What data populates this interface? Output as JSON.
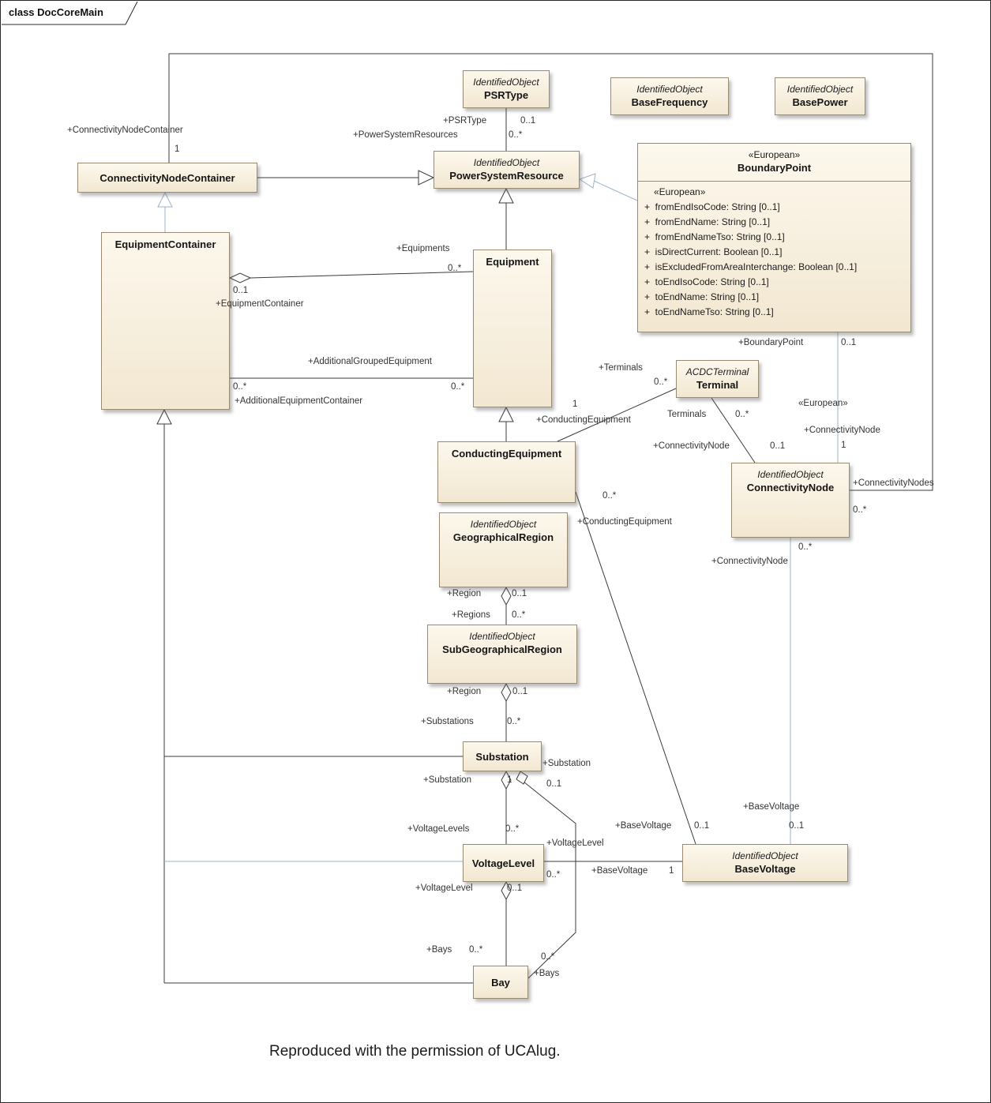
{
  "frame": {
    "title": "class DocCoreMain"
  },
  "caption": "Reproduced with the permission of UCAlug.",
  "classes": {
    "psrtype": {
      "stereotype": "IdentifiedObject",
      "name": "PSRType"
    },
    "basefrequency": {
      "stereotype": "IdentifiedObject",
      "name": "BaseFrequency"
    },
    "basepower": {
      "stereotype": "IdentifiedObject",
      "name": "BasePower"
    },
    "connectivitynodecontainer": {
      "name": "ConnectivityNodeContainer"
    },
    "powersystemresource": {
      "stereotype": "IdentifiedObject",
      "name": "PowerSystemResource"
    },
    "boundarypoint": {
      "stereotype": "«European»",
      "name": "BoundaryPoint",
      "section_heading": "«European»",
      "attributes": [
        "+  fromEndIsoCode: String [0..1]",
        "+  fromEndName: String [0..1]",
        "+  fromEndNameTso: String [0..1]",
        "+  isDirectCurrent: Boolean [0..1]",
        "+  isExcludedFromAreaInterchange: Boolean [0..1]",
        "+  toEndIsoCode: String [0..1]",
        "+  toEndName: String [0..1]",
        "+  toEndNameTso: String [0..1]"
      ]
    },
    "equipmentcontainer": {
      "name": "EquipmentContainer"
    },
    "equipment": {
      "name": "Equipment"
    },
    "terminal": {
      "stereotype": "ACDCTerminal",
      "name": "Terminal"
    },
    "conductingequipment": {
      "name": "ConductingEquipment"
    },
    "connectivitynode": {
      "stereotype": "IdentifiedObject",
      "name": "ConnectivityNode"
    },
    "geographicalregion": {
      "stereotype": "IdentifiedObject",
      "name": "GeographicalRegion"
    },
    "subgeographicalregion": {
      "stereotype": "IdentifiedObject",
      "name": "SubGeographicalRegion"
    },
    "substation": {
      "name": "Substation"
    },
    "voltagelevel": {
      "name": "VoltageLevel"
    },
    "basevoltage": {
      "stereotype": "IdentifiedObject",
      "name": "BaseVoltage"
    },
    "bay": {
      "name": "Bay"
    }
  },
  "edge_labels": {
    "cnc_role_top": "+ConnectivityNodeContainer",
    "cnc_mult_top": "1",
    "psrtype_role": "+PSRType",
    "psrtype_mult": "0..1",
    "psr_role": "+PowerSystemResources",
    "psr_mult": "0..*",
    "equipments_role": "+Equipments",
    "equipments_mult": "0..*",
    "eqcontainer_mult": "0..1",
    "eqcontainer_role": "+EquipmentContainer",
    "addgrouped_role": "+AdditionalGroupedEquipment",
    "addgrouped_mult": "0..*",
    "addcontainer_mult": "0..*",
    "addcontainer_role": "+AdditionalEquipmentContainer",
    "terminals_role": "+Terminals",
    "terminals_mult": "0..*",
    "condeq_mult": "1",
    "condeq_role": "+ConductingEquipment",
    "terminals2_role": "Terminals",
    "terminals2_mult": "0..*",
    "cnode_t_role": "+ConnectivityNode",
    "cnode_t_mult": "0..1",
    "boundarypoint_role": "+BoundaryPoint",
    "boundarypoint_mult": "0..1",
    "european_tag": "«European»",
    "cnode_bp_role": "+ConnectivityNode",
    "cnode_bp_mult": "1",
    "cnodes_role": "+ConnectivityNodes",
    "cnodes_mult": "0..*",
    "condeq2_mult": "0..*",
    "condeq2_role": "+ConductingEquipment",
    "cnode_bv_role": "+ConnectivityNode",
    "cnode_bv_mult": "0..*",
    "region1_role": "+Region",
    "region1_mult": "0..1",
    "regions_role": "+Regions",
    "regions_mult": "0..*",
    "region2_role": "+Region",
    "region2_mult": "0..1",
    "substations_role": "+Substations",
    "substations_mult": "0..*",
    "substation_bay_role": "+Substation",
    "substation_bay_mult": "0..1",
    "substation_vl_role": "+Substation",
    "substation_vl_mult": "1",
    "voltagelevels_role": "+VoltageLevels",
    "voltagelevels_mult": "0..*",
    "vl_bv_role": "+VoltageLevel",
    "vl_bv_mult": "0..*",
    "bv_ce_role": "+BaseVoltage",
    "bv_ce_mult": "0..1",
    "bv_cn_role": "+BaseVoltage",
    "bv_cn_mult": "0..1",
    "bv_vl_role": "+BaseVoltage",
    "bv_vl_mult": "1",
    "vl_bay_role": "+VoltageLevel",
    "vl_bay_mult": "0..1",
    "bays_vl_role": "+Bays",
    "bays_vl_mult": "0..*",
    "bays_sub_mult": "0..*",
    "bays_sub_role": "+Bays"
  }
}
